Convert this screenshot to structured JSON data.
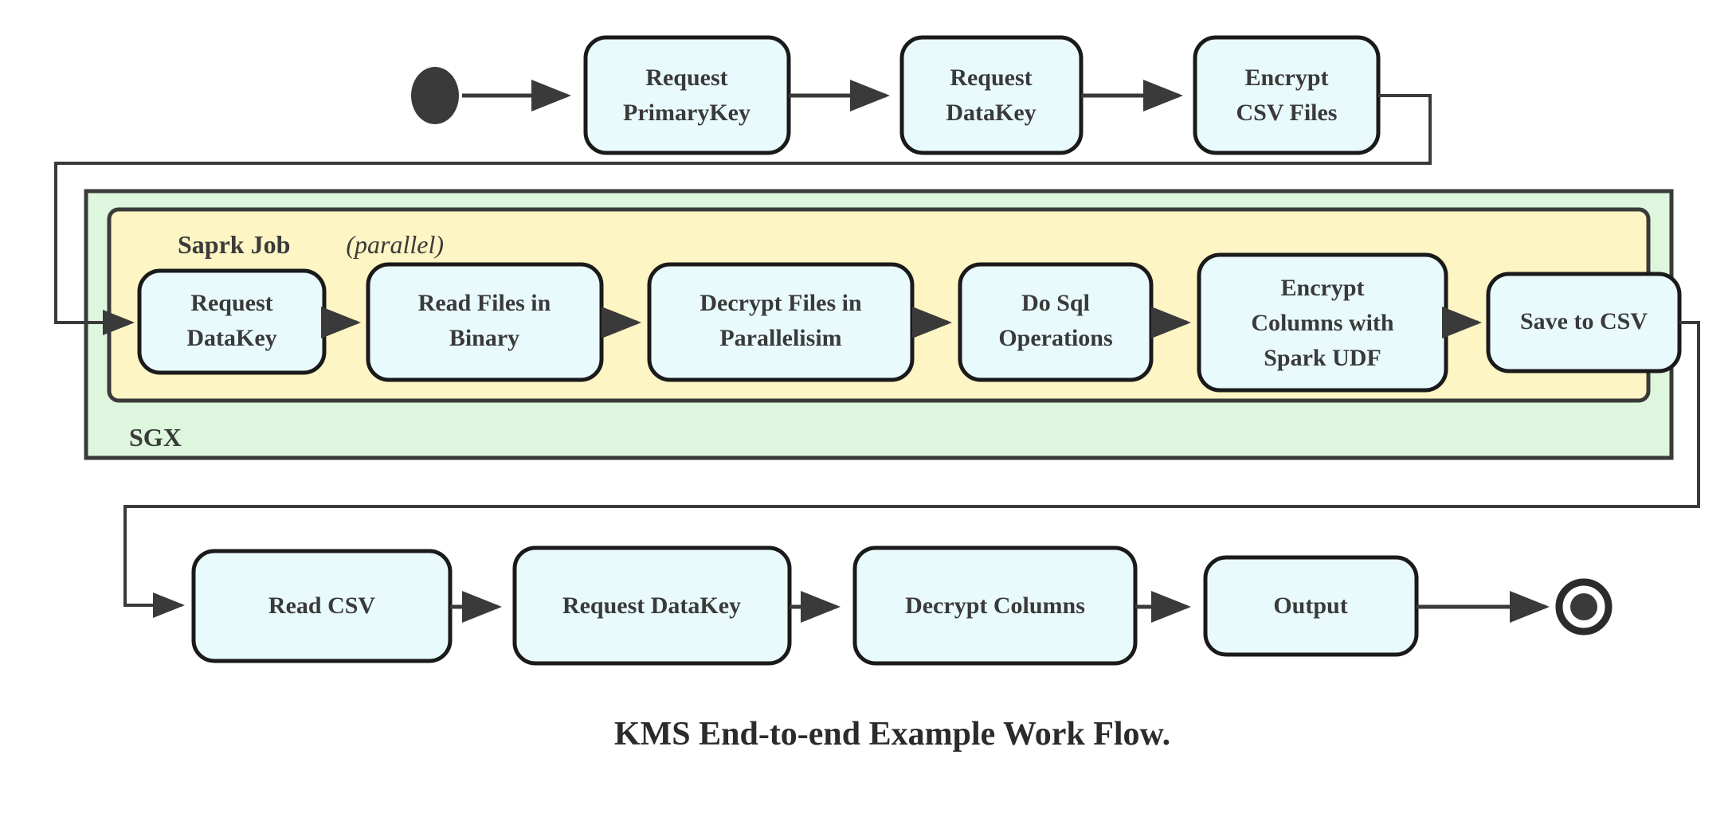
{
  "figure": {
    "caption": "KMS End-to-end Example Work Flow."
  },
  "colors": {
    "node_fill": "#e9fafd",
    "node_stroke": "#1a1a1a",
    "sgx_fill": "#ddf6dd",
    "spark_fill": "#fdf5c4",
    "container_stroke": "#3a3a3a",
    "edge": "#3a3a3a",
    "text": "#3a3a3a",
    "background": "#ffffff"
  },
  "containers": {
    "sgx": {
      "label": "SGX"
    },
    "spark": {
      "label_bold": "Saprk Job",
      "label_italic": "(parallel)"
    }
  },
  "markers": {
    "start": "start-node",
    "end": "end-node"
  },
  "chart_data": {
    "type": "diagram",
    "title": "KMS End-to-end Example Work Flow.",
    "nodes": [
      {
        "id": "start",
        "label": "",
        "shape": "filled-circle",
        "row": "top"
      },
      {
        "id": "n1",
        "label_lines": [
          "Request",
          "PrimaryKey"
        ],
        "shape": "rounded-rect",
        "row": "top"
      },
      {
        "id": "n2",
        "label_lines": [
          "Request",
          "DataKey"
        ],
        "shape": "rounded-rect",
        "row": "top"
      },
      {
        "id": "n3",
        "label_lines": [
          "Encrypt",
          "CSV Files"
        ],
        "shape": "rounded-rect",
        "row": "top"
      },
      {
        "id": "n4",
        "label_lines": [
          "Request",
          "DataKey"
        ],
        "shape": "rounded-rect",
        "row": "spark"
      },
      {
        "id": "n5",
        "label_lines": [
          "Read Files in",
          "Binary"
        ],
        "shape": "rounded-rect",
        "row": "spark"
      },
      {
        "id": "n6",
        "label_lines": [
          "Decrypt Files in",
          "Parallelisim"
        ],
        "shape": "rounded-rect",
        "row": "spark"
      },
      {
        "id": "n7",
        "label_lines": [
          "Do Sql",
          "Operations"
        ],
        "shape": "rounded-rect",
        "row": "spark"
      },
      {
        "id": "n8",
        "label_lines": [
          "Encrypt",
          "Columns with",
          "Spark UDF"
        ],
        "shape": "rounded-rect",
        "row": "spark"
      },
      {
        "id": "n9",
        "label_lines": [
          "Save to CSV"
        ],
        "shape": "rounded-rect",
        "row": "spark"
      },
      {
        "id": "n10",
        "label_lines": [
          "Read CSV"
        ],
        "shape": "rounded-rect",
        "row": "bottom"
      },
      {
        "id": "n11",
        "label_lines": [
          "Request DataKey"
        ],
        "shape": "rounded-rect",
        "row": "bottom"
      },
      {
        "id": "n12",
        "label_lines": [
          "Decrypt Columns"
        ],
        "shape": "rounded-rect",
        "row": "bottom"
      },
      {
        "id": "n13",
        "label_lines": [
          "Output"
        ],
        "shape": "rounded-rect",
        "row": "bottom"
      },
      {
        "id": "end",
        "label": "",
        "shape": "ring-dot",
        "row": "bottom"
      }
    ],
    "edges": [
      {
        "from": "start",
        "to": "n1",
        "style": "straight"
      },
      {
        "from": "n1",
        "to": "n2",
        "style": "straight"
      },
      {
        "from": "n2",
        "to": "n3",
        "style": "straight"
      },
      {
        "from": "n3",
        "to": "n4",
        "style": "elbow-left"
      },
      {
        "from": "n4",
        "to": "n5",
        "style": "straight"
      },
      {
        "from": "n5",
        "to": "n6",
        "style": "straight"
      },
      {
        "from": "n6",
        "to": "n7",
        "style": "straight"
      },
      {
        "from": "n7",
        "to": "n8",
        "style": "straight"
      },
      {
        "from": "n8",
        "to": "n9",
        "style": "straight"
      },
      {
        "from": "n9",
        "to": "n10",
        "style": "elbow-right"
      },
      {
        "from": "n10",
        "to": "n11",
        "style": "straight"
      },
      {
        "from": "n11",
        "to": "n12",
        "style": "straight"
      },
      {
        "from": "n12",
        "to": "n13",
        "style": "straight"
      },
      {
        "from": "n13",
        "to": "end",
        "style": "straight"
      }
    ],
    "groups": [
      {
        "id": "sgx",
        "label": "SGX",
        "contains": [
          "spark"
        ]
      },
      {
        "id": "spark",
        "label": "Saprk Job (parallel)",
        "contains": [
          "n4",
          "n5",
          "n6",
          "n7",
          "n8",
          "n9"
        ]
      }
    ]
  },
  "labels": {
    "n1_l1": "Request",
    "n1_l2": "PrimaryKey",
    "n2_l1": "Request",
    "n2_l2": "DataKey",
    "n3_l1": "Encrypt",
    "n3_l2": "CSV Files",
    "n4_l1": "Request",
    "n4_l2": "DataKey",
    "n5_l1": "Read Files in",
    "n5_l2": "Binary",
    "n6_l1": "Decrypt Files in",
    "n6_l2": "Parallelisim",
    "n7_l1": "Do Sql",
    "n7_l2": "Operations",
    "n8_l1": "Encrypt",
    "n8_l2": "Columns with",
    "n8_l3": "Spark UDF",
    "n9_l1": "Save to CSV",
    "n10_l1": "Read CSV",
    "n11_l1": "Request DataKey",
    "n12_l1": "Decrypt Columns",
    "n13_l1": "Output"
  }
}
